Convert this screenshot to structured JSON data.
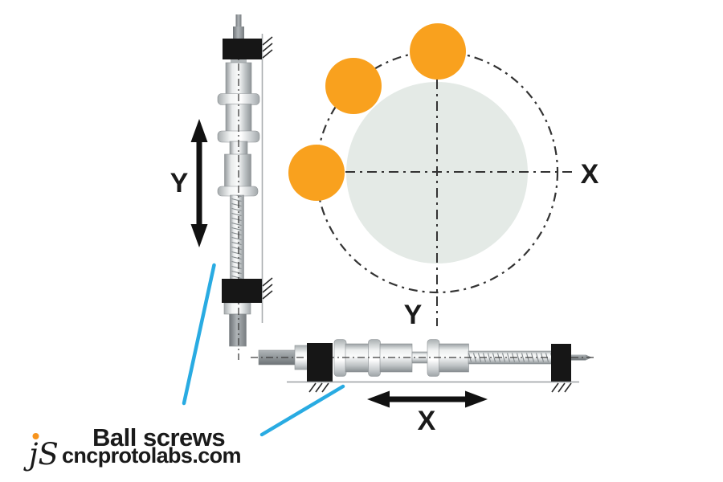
{
  "diagram": {
    "vertical_axis": {
      "label": "Y"
    },
    "horizontal_axis": {
      "label": "X"
    },
    "crosshair": {
      "x_label": "X",
      "y_label": "Y"
    },
    "caption": "Ball screws"
  },
  "logo": {
    "mark": "jS",
    "site": "cncprotolabs.com"
  },
  "colors": {
    "ball_orange": "#F9A11E",
    "callout_blue": "#29ABE2",
    "logo_green": "#7DC242",
    "site_green": "#9BCB3B",
    "dot_orange": "#F7941D",
    "workpiece_fill": "#E4EAE6"
  }
}
